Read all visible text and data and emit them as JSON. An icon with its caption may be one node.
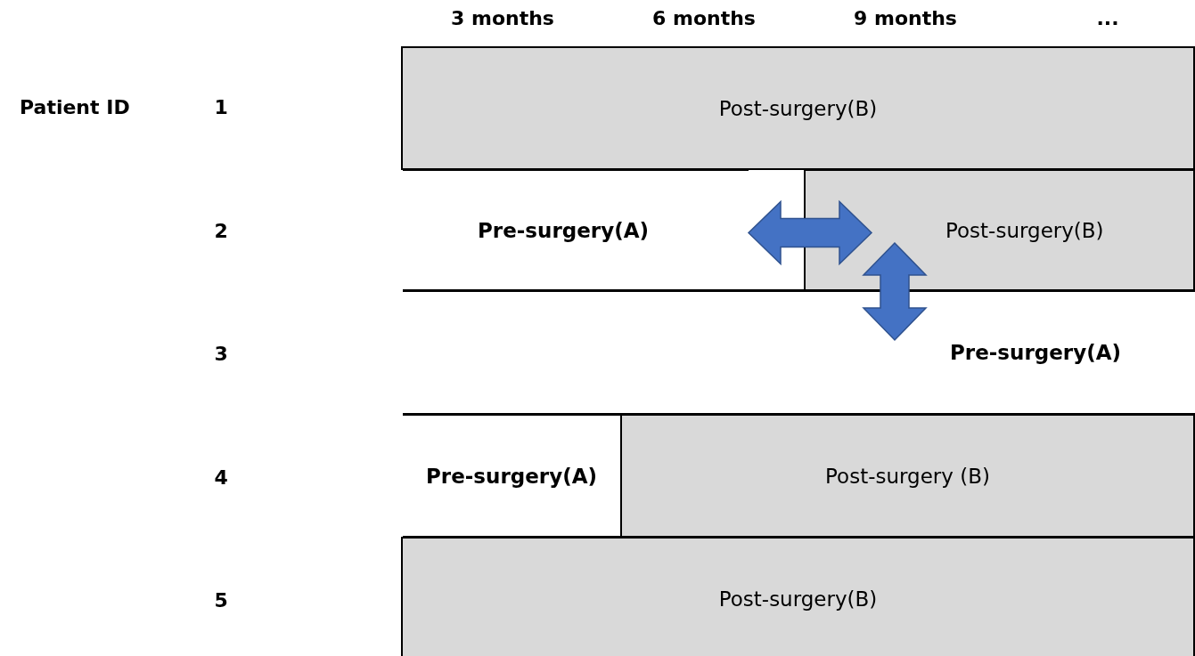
{
  "diagram": {
    "nodes": [
      {
        "text": [
          "Post-surgery(B)"
        ]
      },
      {
        "text": [
          "Pre-surgery(A)"
        ]
      },
      {
        "text": [
          "Post-surgery(B)"
        ]
      },
      {
        "text": [
          "Pre-surgery(A)"
        ]
      },
      {
        "text": [
          "Pre-surgery(A)"
        ]
      },
      {
        "text": [
          "Post-surgery (B)"
        ]
      },
      {
        "text": [
          "Post-surgery(B)"
        ]
      }
    ],
    "edges": [
      {
        "from": 1,
        "to": 2,
        "arrow": "both"
      },
      {
        "from": 2,
        "to": 3,
        "arrow": "both"
      }
    ],
    "labels": [
      "3 months",
      "6 months",
      "9 months",
      "...",
      "Patient ID",
      "1",
      "2",
      "3",
      "4",
      "5"
    ]
  }
}
